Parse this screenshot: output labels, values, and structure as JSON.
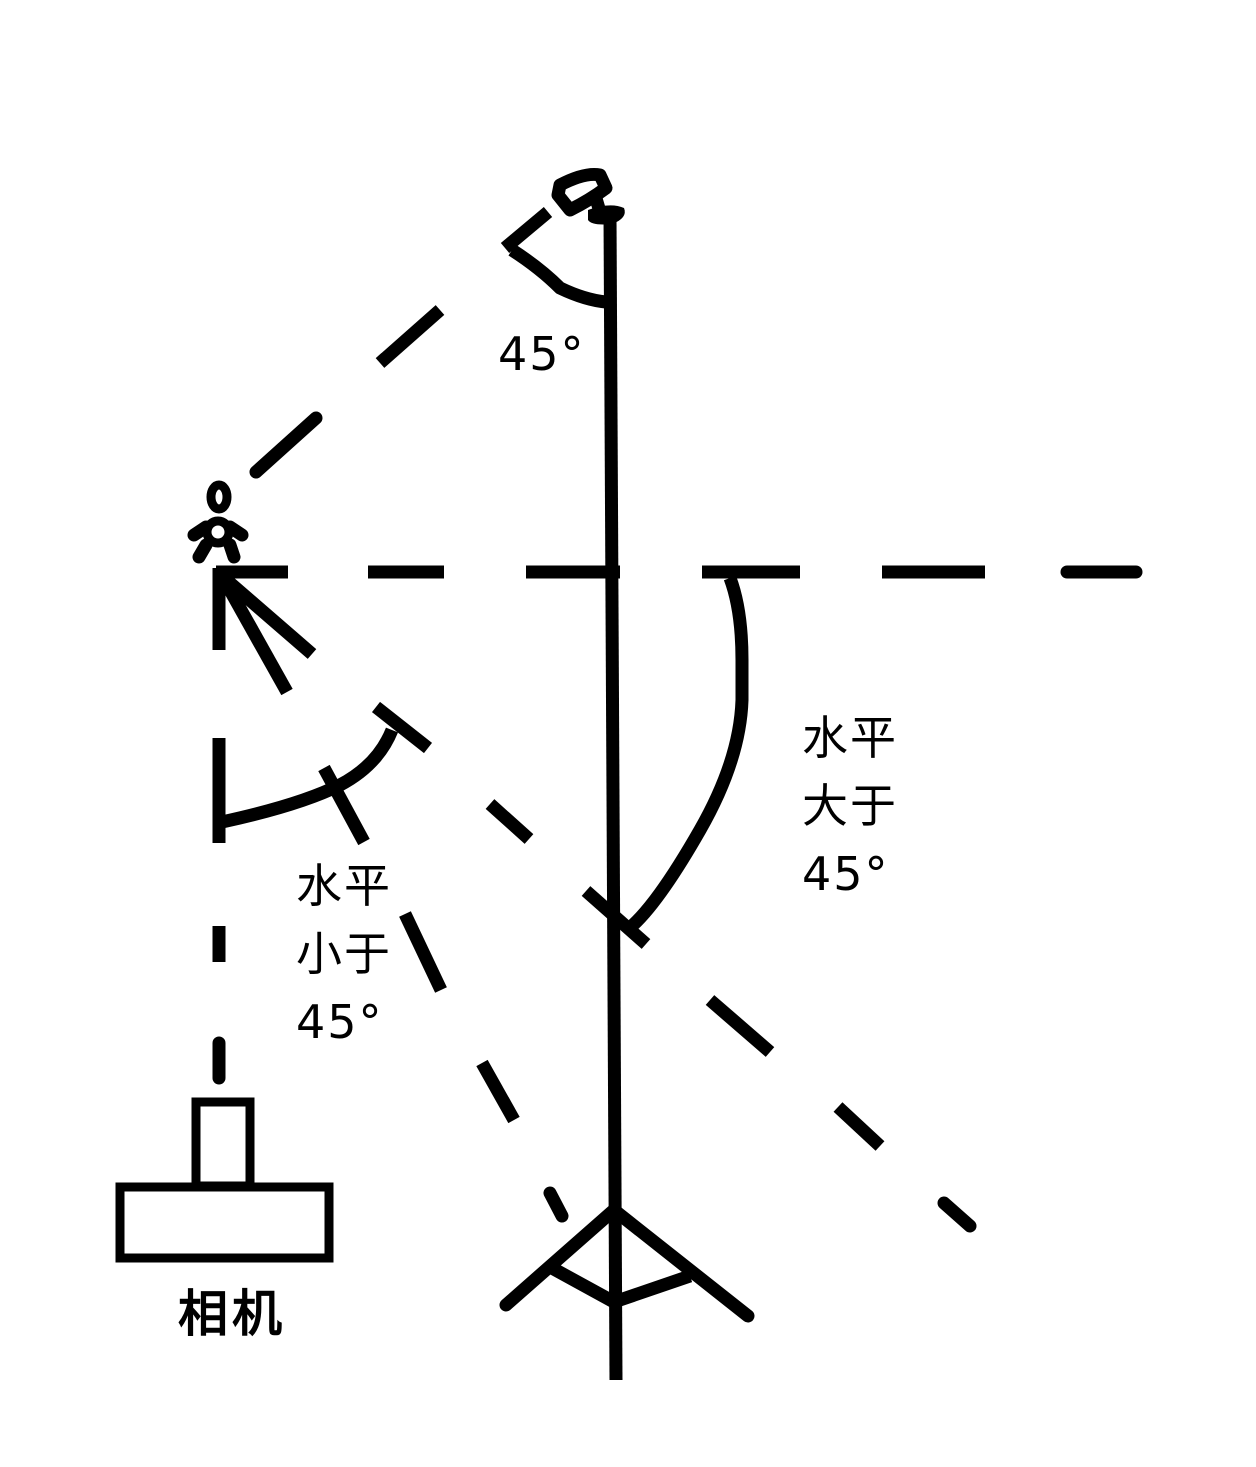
{
  "diagram": {
    "title": "Camera / overhead light angle illustration",
    "colors": {
      "stroke": "#000000",
      "background": "#ffffff"
    },
    "labels": {
      "top_angle": "45°",
      "left_angle": {
        "line1": "水平",
        "line2": "小于",
        "line3": "45°"
      },
      "right_angle": {
        "line1": "水平",
        "line2": "大于",
        "line3": "45°"
      },
      "camera": "相机"
    },
    "elements": [
      {
        "id": "light-stand",
        "type": "vertical-pole-with-tripod-and-lamp"
      },
      {
        "id": "person",
        "type": "stick-figure-icon"
      },
      {
        "id": "camera",
        "type": "camera-icon"
      },
      {
        "id": "horizontal-dashed-line",
        "type": "dashed-line"
      },
      {
        "id": "lamp-beam-45",
        "type": "dashed-line"
      },
      {
        "id": "camera-vertical-dashed-line",
        "type": "dashed-line"
      },
      {
        "id": "diagonal-dashed-lines",
        "type": "dashed-line",
        "count": 2
      },
      {
        "id": "arrows-to-person",
        "type": "arrow"
      }
    ]
  }
}
